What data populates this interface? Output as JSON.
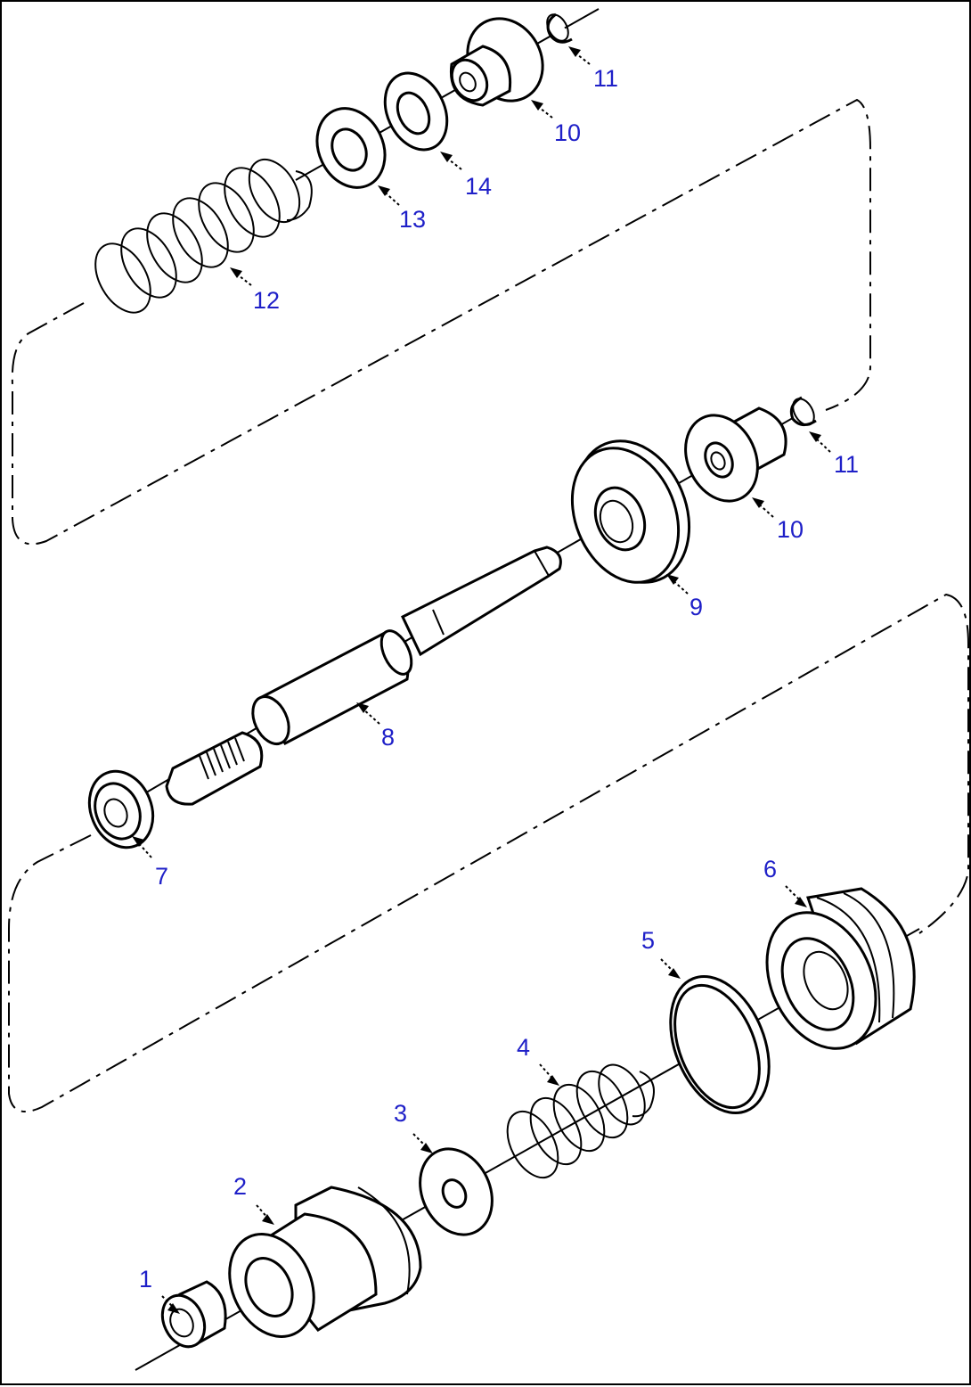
{
  "diagram": {
    "callouts": [
      {
        "id": "c1",
        "text": "1"
      },
      {
        "id": "c2",
        "text": "2"
      },
      {
        "id": "c3",
        "text": "3"
      },
      {
        "id": "c4",
        "text": "4"
      },
      {
        "id": "c5",
        "text": "5"
      },
      {
        "id": "c6",
        "text": "6"
      },
      {
        "id": "c7",
        "text": "7"
      },
      {
        "id": "c8",
        "text": "8"
      },
      {
        "id": "c9",
        "text": "9"
      },
      {
        "id": "c10a",
        "text": "10"
      },
      {
        "id": "c10b",
        "text": "10"
      },
      {
        "id": "c11a",
        "text": "11"
      },
      {
        "id": "c11b",
        "text": "11"
      },
      {
        "id": "c12",
        "text": "12"
      },
      {
        "id": "c13",
        "text": "13"
      },
      {
        "id": "c14",
        "text": "14"
      }
    ],
    "label_color": "#1f20c8",
    "line_color": "#000000"
  }
}
